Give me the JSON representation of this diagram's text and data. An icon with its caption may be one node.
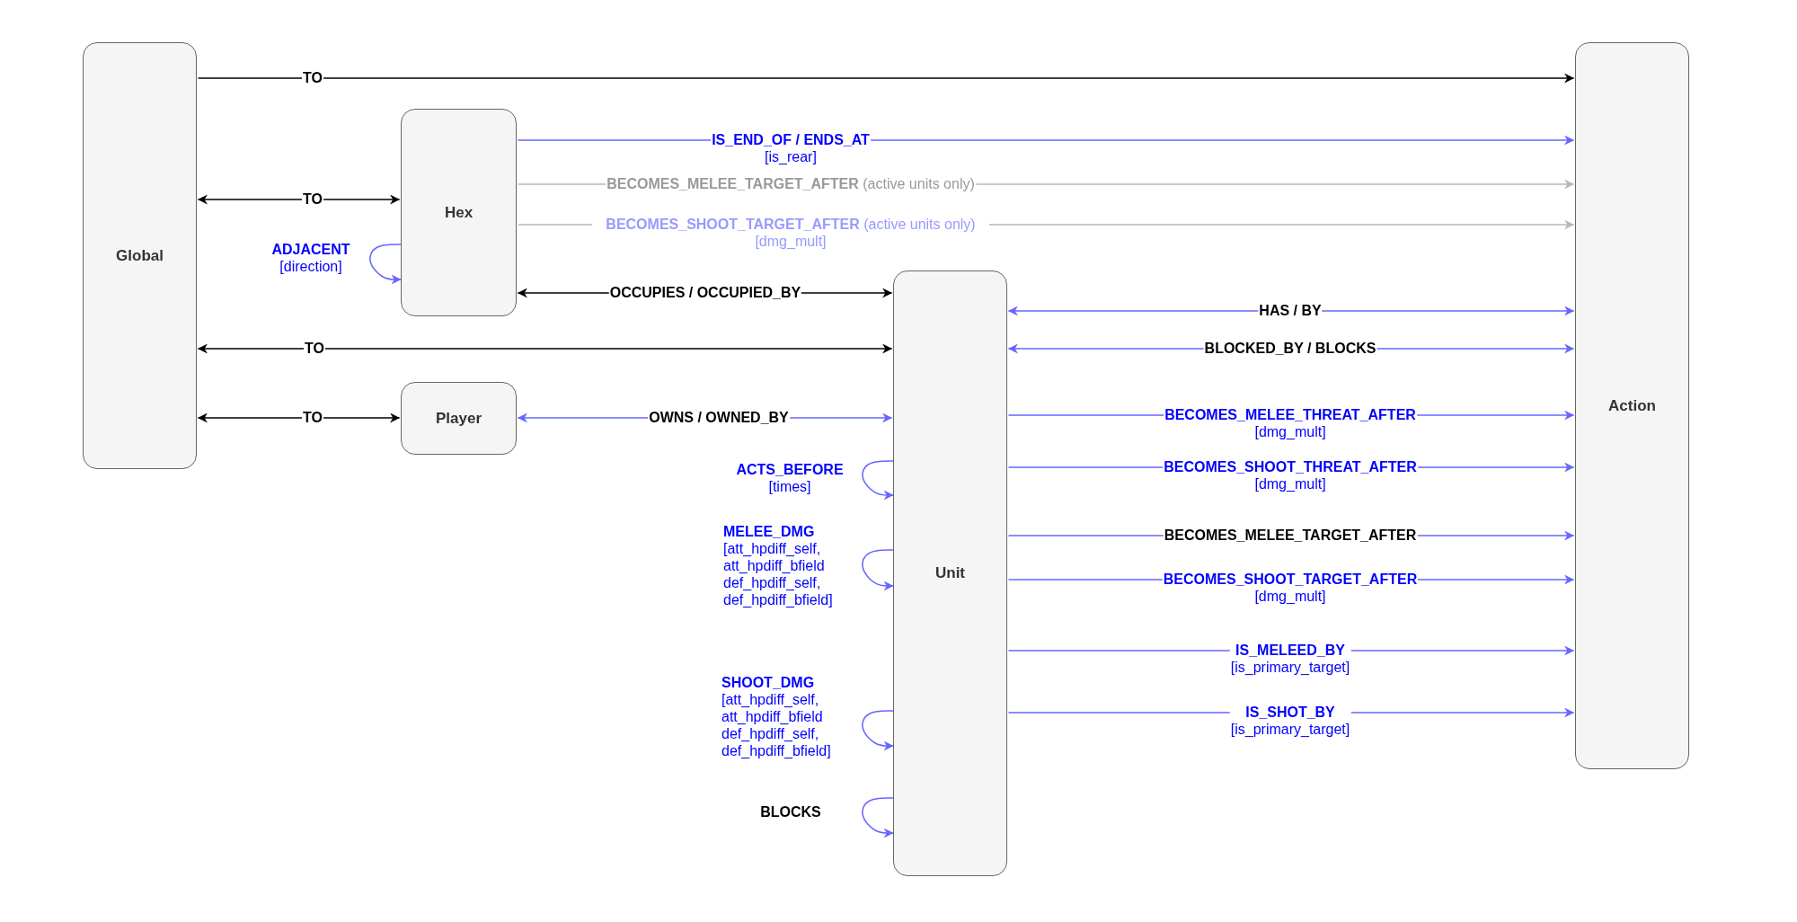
{
  "diagram": {
    "nodes": [
      {
        "text": [
          "Global"
        ]
      },
      {
        "text": [
          "Hex"
        ]
      },
      {
        "text": [
          "Player"
        ]
      },
      {
        "text": [
          "Unit"
        ]
      },
      {
        "text": [
          "Action"
        ]
      }
    ],
    "edges": [
      {
        "from": 0,
        "to": 4,
        "arrow": "to",
        "label": "TO",
        "color": "#000000"
      },
      {
        "from": 0,
        "to": 1,
        "arrow": "both",
        "label": "TO",
        "color": "#000000"
      },
      {
        "from": 1,
        "to": 4,
        "arrow": "to",
        "label": "**IS_END_OF / ENDS_AT** [is_rear]"
      },
      {
        "from": 1,
        "to": 4,
        "arrow": "to",
        "label": "**BECOMES_MELEE_TARGET_AFTER** (active units only)",
        "color": "#c0b4bc"
      },
      {
        "from": 1,
        "to": 4,
        "arrow": "to",
        "label": "**BECOMES_SHOOT_TARGET_AFTER** (active units only) [dmg_mult]",
        "color": "#c0b4bc"
      },
      {
        "from": 1,
        "to": 1,
        "arrow": "to",
        "label": "**ADJACENT** [direction]"
      },
      {
        "from": 1,
        "to": 3,
        "arrow": "both",
        "label": "OCCUPIES / OCCUPIED_BY",
        "color": "#000000"
      },
      {
        "from": 0,
        "to": 3,
        "arrow": "both",
        "label": "TO",
        "color": "#000000"
      },
      {
        "from": 0,
        "to": 2,
        "arrow": "both",
        "label": "TO",
        "color": "#000000"
      },
      {
        "from": 2,
        "to": 3,
        "arrow": "both",
        "label": "OWNS / OWNED_BY"
      },
      {
        "from": 3,
        "to": 4,
        "arrow": "both",
        "label": "HAS / BY"
      },
      {
        "from": 3,
        "to": 4,
        "arrow": "both",
        "label": "BLOCKED_BY / BLOCKS"
      },
      {
        "from": 3,
        "to": 4,
        "arrow": "to",
        "label": "**BECOMES_MELEE_THREAT_AFTER** [dmg_mult]"
      },
      {
        "from": 3,
        "to": 4,
        "arrow": "to",
        "label": "**BECOMES_SHOOT_THREAT_AFTER** [dmg_mult]"
      },
      {
        "from": 3,
        "to": 4,
        "arrow": "to",
        "label": "BECOMES_MELEE_TARGET_AFTER"
      },
      {
        "from": 3,
        "to": 4,
        "arrow": "to",
        "label": "**BECOMES_SHOOT_TARGET_AFTER** [dmg_mult]"
      },
      {
        "from": 3,
        "to": 4,
        "arrow": "to",
        "label": "**IS_MELEED_BY** [is_primary_target]"
      },
      {
        "from": 3,
        "to": 4,
        "arrow": "to",
        "label": "**IS_SHOT_BY** [is_primary_target]"
      },
      {
        "from": 3,
        "to": 3,
        "arrow": "to",
        "label": "**ACTS_BEFORE** [times]"
      },
      {
        "from": 3,
        "to": 3,
        "arrow": "to",
        "label": "**MELEE_DMG** [att_hpdiff_self, att_hpdiff_bfield def_hpdiff_self, def_hpdiff_bfield]"
      },
      {
        "from": 3,
        "to": 3,
        "arrow": "to",
        "label": "**SHOOT_DMG** [att_hpdiff_self, att_hpdiff_bfield def_hpdiff_self, def_hpdiff_bfield]"
      },
      {
        "from": 3,
        "to": 3,
        "arrow": "to",
        "label": "BLOCKS"
      }
    ]
  }
}
